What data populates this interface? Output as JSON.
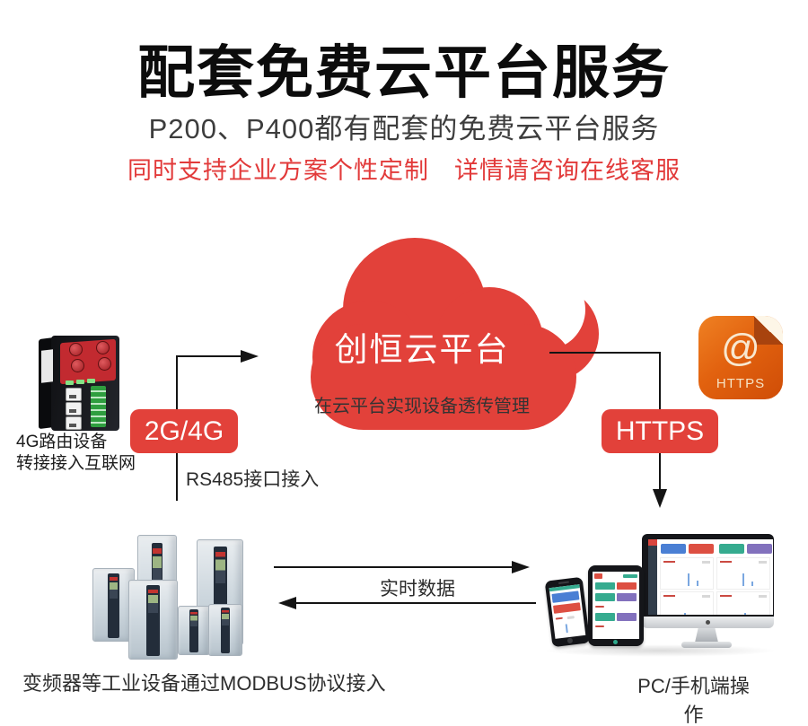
{
  "header": {
    "title": "配套免费云平台服务",
    "subtitle": "P200、P400都有配套的免费云平台服务",
    "note": "同时支持企业方案个性定制　详情请咨询在线客服"
  },
  "cloud": {
    "label": "创恒云平台",
    "caption": "在云平台实现设备透传管理"
  },
  "router": {
    "caption_line1": "4G路由设备",
    "caption_line2": "转接接入互联网"
  },
  "connections": {
    "uplink_badge": "2G/4G",
    "uplink_note": "RS485接口接入",
    "downlink_badge": "HTTPS",
    "https_icon_at": "@",
    "https_icon_label": "HTTPS",
    "realtime_label": "实时数据"
  },
  "equipment": {
    "caption": "变频器等工业设备通过MODBUS协议接入"
  },
  "clients": {
    "caption": "PC/手机端操作"
  },
  "colors": {
    "accent_red": "#e2413a",
    "note_red": "#e23a3a",
    "https_orange": "#d8550e",
    "line_black": "#141414"
  }
}
